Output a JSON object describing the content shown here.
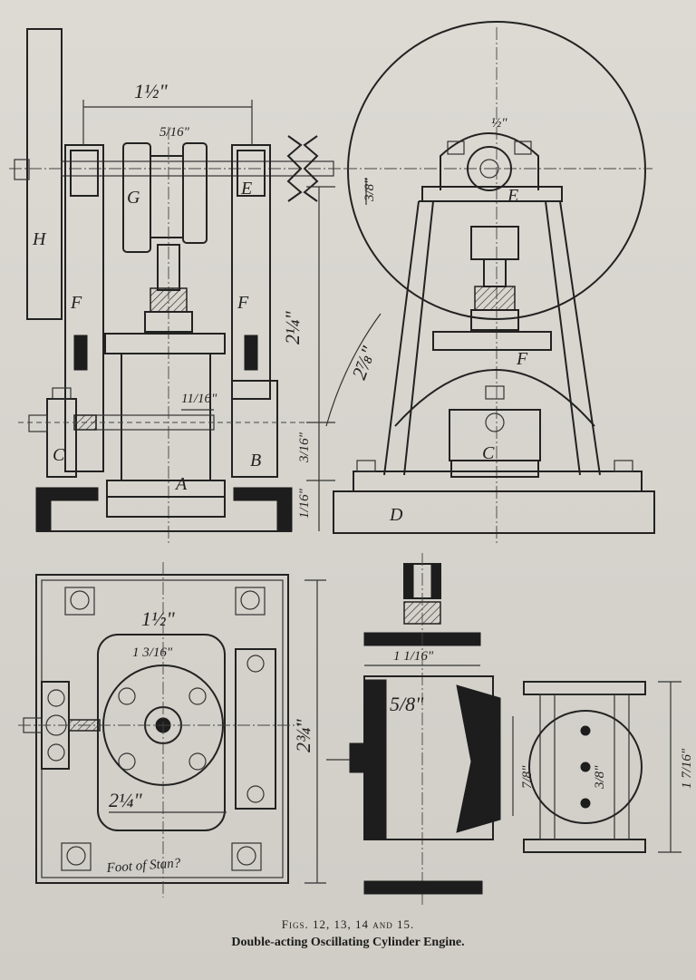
{
  "labels": {
    "a": "A",
    "b": "B",
    "c": "C",
    "d": "D",
    "e": "E",
    "f": "F",
    "g": "G",
    "h": "H"
  },
  "dimensions": {
    "one_half": "1½\"",
    "five_sixteenths": "5/16\"",
    "eleven_sixteenths": "11/16\"",
    "two_quarter": "2¼\"",
    "two_seven_eighths": "2⅞\"",
    "three_sixteenths": "3/16\"",
    "one_sixteenth": "1/16\"",
    "half": "½\"",
    "three_eighths": "3/8\"",
    "one_three_sixteenths": "1 3/16\"",
    "two_three_quarters": "2¾\"",
    "one_one_sixteenth": "1 1/16\"",
    "five_eighths": "5/8\"",
    "seven_eighths": "7/8\"",
    "one_seven_sixteenths": "1 7/16\""
  },
  "notes": {
    "foot_of_stand": "Foot of Stan?"
  },
  "caption": {
    "figures": "Figs. 12, 13, 14 and 15.",
    "title": "Double-acting Oscillating Cylinder Engine."
  }
}
